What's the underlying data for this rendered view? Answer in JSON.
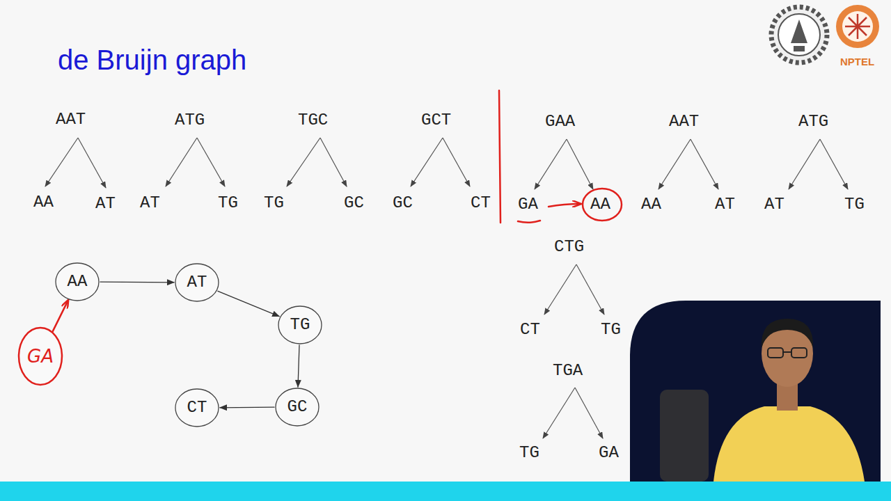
{
  "diagram": {
    "title": "de Bruijn graph",
    "nodes": [
      {
        "text": [
          "AA"
        ]
      },
      {
        "text": [
          "AT"
        ]
      },
      {
        "text": [
          "TG"
        ]
      },
      {
        "text": [
          "GC"
        ]
      },
      {
        "text": [
          "CT"
        ]
      },
      {
        "text": [
          "GA"
        ]
      }
    ],
    "edges": [
      {
        "from": 0,
        "to": 1,
        "arrow": "to"
      },
      {
        "from": 1,
        "to": 2,
        "arrow": "to"
      },
      {
        "from": 2,
        "to": 3,
        "arrow": "to"
      },
      {
        "from": 3,
        "to": 4,
        "arrow": "to"
      },
      {
        "from": 5,
        "to": 0,
        "arrow": "to"
      }
    ],
    "labels": [
      "AAT",
      "ATG",
      "TGC",
      "GCT",
      "GAA",
      "AAT",
      "ATG",
      "AA",
      "AT",
      "AT",
      "TG",
      "TG",
      "GC",
      "GC",
      "CT",
      "GA",
      "AA",
      "AA",
      "AT",
      "AT",
      "TG",
      "CTG",
      "CT",
      "TG",
      "TGA",
      "TG",
      "GA",
      "NPTEL"
    ]
  }
}
